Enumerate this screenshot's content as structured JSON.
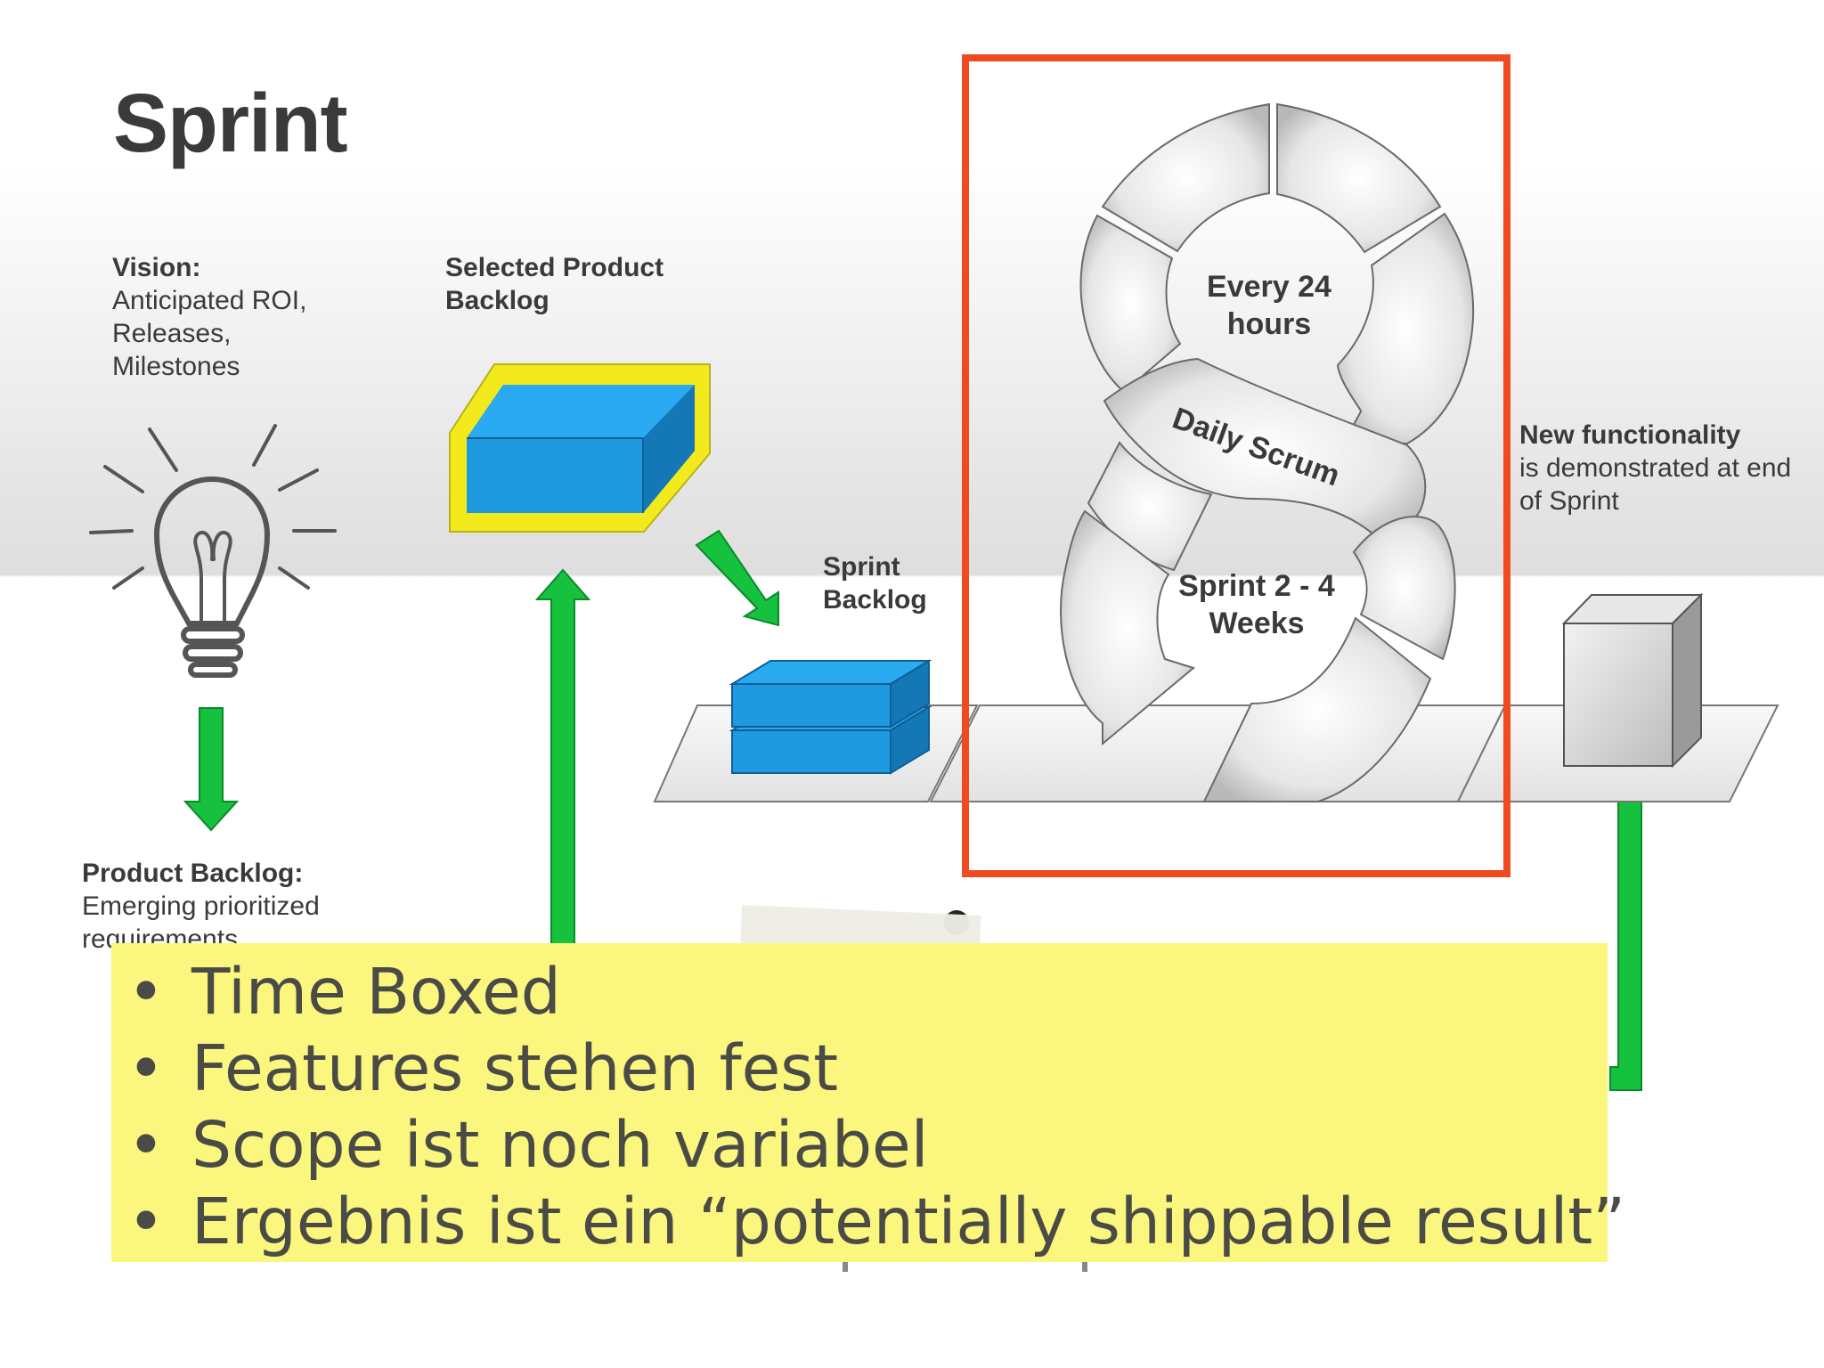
{
  "title": "Sprint",
  "vision": {
    "heading": "Vision:",
    "lines": [
      "Anticipated ROI,",
      "Releases,",
      "Milestones"
    ]
  },
  "selected_product_backlog": {
    "lines": [
      "Selected Product",
      "Backlog"
    ]
  },
  "sprint_backlog": {
    "lines": [
      "Sprint",
      "Backlog"
    ]
  },
  "product_backlog": {
    "heading": "Product Backlog:",
    "lines": [
      "Emerging prioritized",
      "requirements"
    ]
  },
  "new_functionality": {
    "heading": "New functionality",
    "lines": [
      "is demonstrated at end",
      "of Sprint"
    ]
  },
  "cycle": {
    "top_center": [
      "Every 24",
      "hours"
    ],
    "band": "Daily Scrum",
    "bottom_center": [
      "Sprint 2 - 4",
      "Weeks"
    ]
  },
  "note": {
    "bullets": [
      "Time Boxed",
      "Features stehen fest",
      "Scope ist noch variabel",
      "Ergebnis ist ein “potentially shippable result”"
    ]
  },
  "colors": {
    "arrow_green": "#16c13e",
    "highlight_frame": "#f04a22",
    "note_yellow": "#fbf67d",
    "cube_blue": "#1f9ae0",
    "cube_outline_yellow": "#f2ea1c"
  }
}
